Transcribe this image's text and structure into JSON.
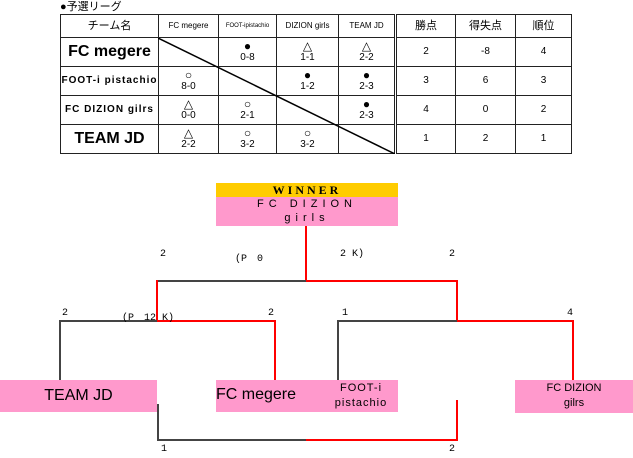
{
  "league": {
    "title": "●予選リーグ",
    "headers": [
      "チーム名",
      "FC megere",
      "FOOT-ipistachio",
      "DIZION girls",
      "TEAM JD",
      "勝点",
      "得失点",
      "順位"
    ],
    "rows": [
      {
        "team": "FC megere",
        "cells": [
          null,
          {
            "s": "●",
            "r": "0-8"
          },
          {
            "s": "△",
            "r": "1-1"
          },
          {
            "s": "△",
            "r": "2-2"
          }
        ],
        "pts": "2",
        "diff": "-8",
        "rank": "4"
      },
      {
        "team": "FOOT-i pistachio",
        "cells": [
          {
            "s": "○",
            "r": "8-0"
          },
          null,
          {
            "s": "●",
            "r": "1-2"
          },
          {
            "s": "●",
            "r": "2-3"
          }
        ],
        "pts": "3",
        "diff": "6",
        "rank": "3"
      },
      {
        "team": "FC DIZION gilrs",
        "cells": [
          {
            "s": "△",
            "r": "0-0"
          },
          {
            "s": "○",
            "r": "2-1"
          },
          null,
          {
            "s": "●",
            "r": "2-3"
          }
        ],
        "pts": "4",
        "diff": "0",
        "rank": "2"
      },
      {
        "team": "TEAM JD",
        "cells": [
          {
            "s": "△",
            "r": "2-2"
          },
          {
            "s": "○",
            "r": "3-2"
          },
          {
            "s": "○",
            "r": "3-2"
          },
          null
        ],
        "pts": "1",
        "diff": "2",
        "rank": "1"
      }
    ]
  },
  "bracket": {
    "winner_label": "WINNER",
    "winner_team": "FC DIZION",
    "winner_team2": "girls",
    "final": {
      "left": "2",
      "pk_left": "(P　0",
      "pk_right": "2 K)",
      "right": "2"
    },
    "semi1": {
      "left": "2",
      "pk": "(P　12 K)",
      "right": "2"
    },
    "semi2": {
      "left": "1",
      "right": "4"
    },
    "third": {
      "left": "1",
      "right": "2"
    },
    "teams": [
      "TEAM JD",
      "FC megere",
      "FOOT-i",
      "pistachio",
      "FC DIZION",
      "gilrs"
    ],
    "colors": {
      "win": "#ff0000",
      "lose": "#444444",
      "box": "#ff99cc",
      "winner": "#ffcc00"
    }
  }
}
